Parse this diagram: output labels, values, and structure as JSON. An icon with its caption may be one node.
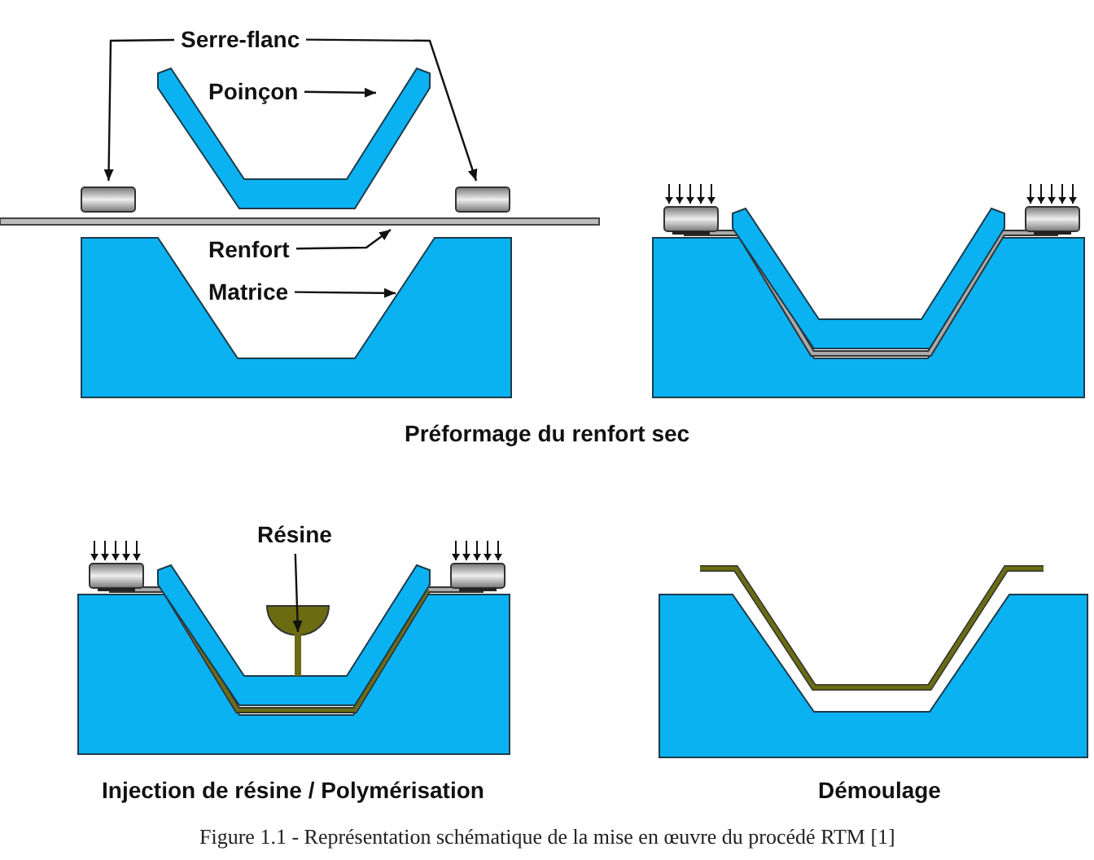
{
  "diagram": {
    "caption": "Figure 1.1 - Représentation schématique de la mise en œuvre du procédé RTM [1]",
    "nodes": [
      {
        "text": [
          "Serre-flanc"
        ]
      },
      {
        "text": [],
        "shape": "box"
      },
      {
        "text": [],
        "shape": "box"
      },
      {
        "text": [
          "Poinçon"
        ]
      },
      {
        "text": [],
        "shape": "trapezoid"
      },
      {
        "text": [
          "Renfort"
        ]
      },
      {
        "text": [],
        "shape": "bar"
      },
      {
        "text": [
          "Matrice"
        ]
      },
      {
        "text": [],
        "shape": "block"
      },
      {
        "text": [
          "Résine"
        ]
      },
      {
        "text": [],
        "shape": "cup"
      }
    ],
    "edges": [
      {
        "from": 0,
        "to": 1,
        "arrow": "to"
      },
      {
        "from": 0,
        "to": 2,
        "arrow": "to"
      },
      {
        "from": 3,
        "to": 4,
        "arrow": "to"
      },
      {
        "from": 5,
        "to": 6,
        "arrow": "to"
      },
      {
        "from": 7,
        "to": 8,
        "arrow": "to"
      },
      {
        "from": 9,
        "to": 10,
        "arrow": "to"
      }
    ],
    "labels": [
      "Préformage du renfort sec",
      "Injection de résine / Polymérisation",
      "Démoulage"
    ]
  }
}
